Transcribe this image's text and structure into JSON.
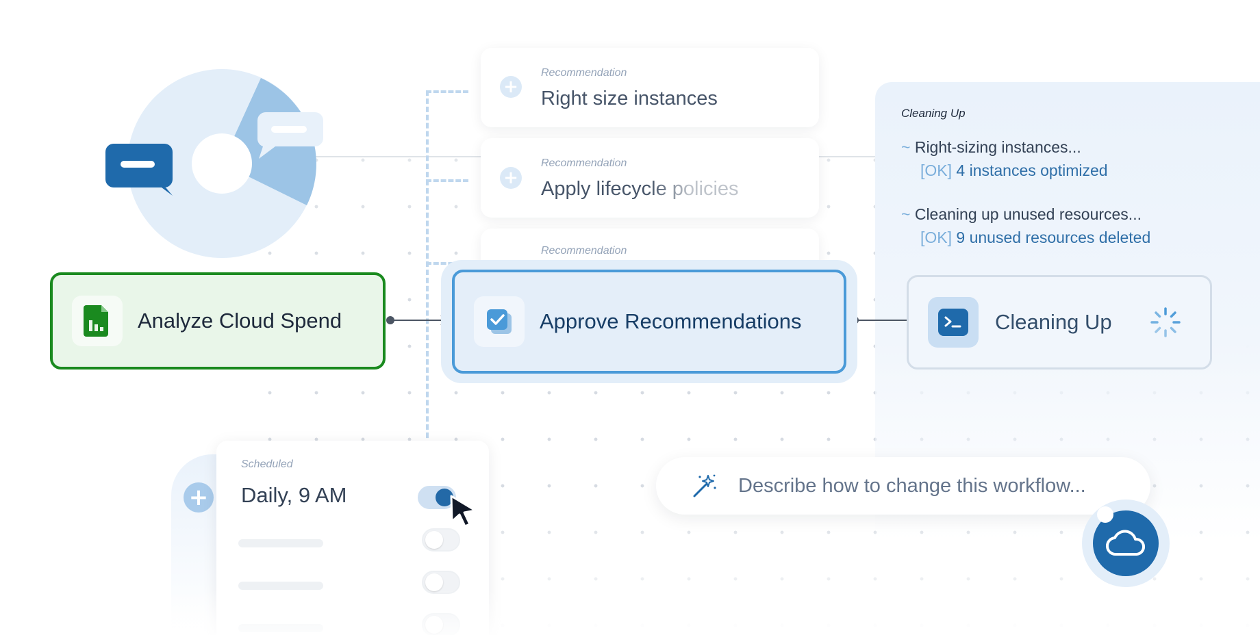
{
  "recommendations": [
    {
      "kicker": "Recommendation",
      "title": "Right size instances"
    },
    {
      "kicker": "Recommendation",
      "title": "Apply lifecycle policies"
    },
    {
      "kicker": "Recommendation",
      "title": ""
    }
  ],
  "nodes": {
    "analyze": {
      "label": "Analyze Cloud Spend",
      "icon": "spreadsheet-icon",
      "color": "#1a8a1f"
    },
    "approve": {
      "label": "Approve Recommendations",
      "icon": "checklist-icon",
      "color": "#4a9ad8"
    },
    "cleaning": {
      "label": "Cleaning Up",
      "icon": "terminal-icon",
      "status": "loading-spinner-icon"
    }
  },
  "log": {
    "kicker": "Cleaning Up",
    "entries": [
      {
        "prefix": "~",
        "text": "Right-sizing instances...",
        "ok": "[OK]",
        "result": "4 instances optimized"
      },
      {
        "prefix": "~",
        "text": "Cleaning up unused resources...",
        "ok": "[OK]",
        "result": "9 unused resources deleted"
      }
    ]
  },
  "prompt": {
    "placeholder": "Describe how to change this workflow...",
    "icon": "magic-wand-icon"
  },
  "schedule": {
    "kicker": "Scheduled",
    "title": "Daily, 9 AM",
    "toggles": [
      true,
      false,
      false,
      false
    ]
  },
  "chart": {
    "icon": "donut-chart-icon",
    "colors": {
      "base": "#e3eef9",
      "accent": "#9cc4e6"
    }
  },
  "assistant": {
    "icon": "cloud-icon",
    "color": "#1f6aab"
  }
}
